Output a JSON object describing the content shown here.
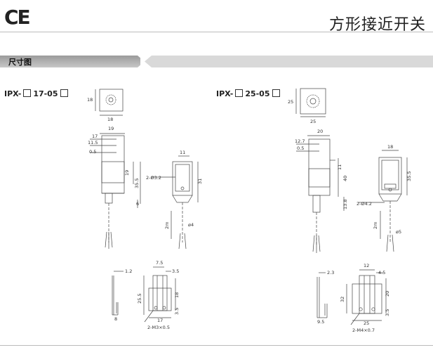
{
  "header": {
    "logo": "CE",
    "title": "方形接近开关"
  },
  "section": {
    "label": "尺寸图"
  },
  "left": {
    "model_prefix": "IPX-",
    "model_suffix": "17-05",
    "dims": {
      "d18a": "18",
      "d18b": "18",
      "d19": "19",
      "d17": "17",
      "d115": "11.5",
      "d05": "0.5",
      "d19b": "19",
      "d355": "35.5",
      "d6": "6",
      "d11": "11",
      "hole": "2-Ø3.2",
      "d31": "31",
      "d2m": "2m",
      "phi4": "ø4",
      "d12": "1.2",
      "d75": "7.5",
      "d35a": "3.5",
      "d255": "25.5",
      "d18c": "18",
      "d35b": "3.5",
      "d17b": "17",
      "d8": "8",
      "screw": "2-M3×0.5"
    }
  },
  "right": {
    "model_prefix": "IPX-",
    "model_suffix": "25-05",
    "dims": {
      "d25a": "25",
      "d25b": "25",
      "d20": "20",
      "d127": "12.7",
      "d05": "0.5",
      "d11": "11",
      "d40": "40",
      "d138": "13.8",
      "d18": "18",
      "d355": "35.5",
      "hole": "2-Ø4.2",
      "d2m": "2m",
      "phi5": "ø5",
      "d23": "2.3",
      "d12": "12",
      "d45": "4.5",
      "d32": "32",
      "d20b": "20",
      "d35": "3.5",
      "d25c": "25",
      "d95": "9.5",
      "screw": "2-M4×0.7"
    }
  }
}
